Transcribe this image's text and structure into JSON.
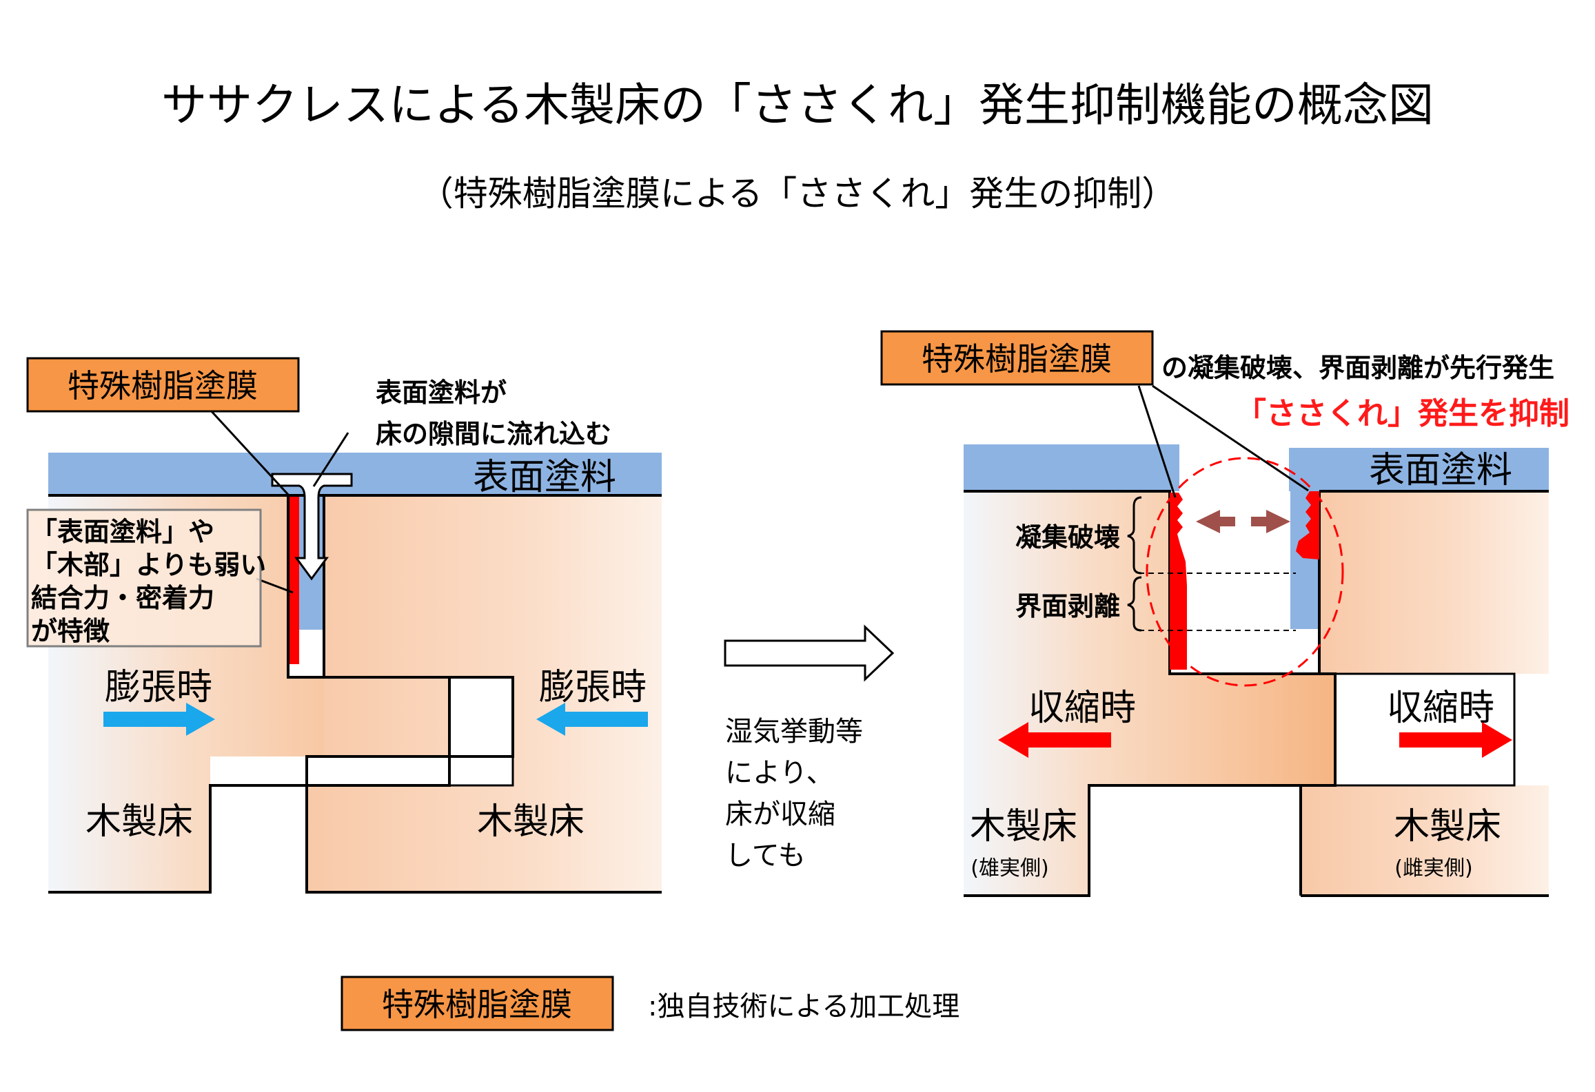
{
  "header": {
    "title": "ササクレスによる木製床の「ささくれ」発生抑制機能の概念図",
    "subtitle": "（特殊樹脂塗膜による「ささくれ」発生の抑制）"
  },
  "colors": {
    "coating_blue": "#8db3e2",
    "resin_red": "#ff0000",
    "label_orange": "#f79646",
    "wood_gradient_light": "#fdf2ea",
    "wood_gradient_dark": "#f8b98a",
    "arrow_blue": "#1aa7ec",
    "arrow_brown": "#a0504a"
  },
  "left_panel": {
    "resin_label": "特殊樹脂塗膜",
    "flow_note_line1": "表面塗料が",
    "flow_note_line2": "床の隙間に流れ込む",
    "surface_paint_label": "表面塗料",
    "weak_note": [
      "「表面塗料」や",
      "「木部」よりも弱い",
      "結合力・密着力",
      "が特徴"
    ],
    "expansion_left": "膨張時",
    "expansion_right": "膨張時",
    "floor_left": "木製床",
    "floor_right": "木製床"
  },
  "middle": {
    "cause_lines": [
      "湿気挙動等",
      "により、",
      "床が収縮",
      "しても"
    ]
  },
  "right_panel": {
    "resin_label": "特殊樹脂塗膜",
    "effect_note": "の凝集破壊、界面剥離が先行発生",
    "suppress_note": "「ささくれ」発生を抑制",
    "surface_paint_label": "表面塗料",
    "cohesive_failure": "凝集破壊",
    "interfacial_peeling": "界面剥離",
    "shrink_left": "収縮時",
    "shrink_right": "収縮時",
    "floor_left": "木製床",
    "floor_left_sub": "(雄実側)",
    "floor_right": "木製床",
    "floor_right_sub": "(雌実側)"
  },
  "legend": {
    "swatch_label": "特殊樹脂塗膜",
    "description": ":独自技術による加工処理"
  }
}
